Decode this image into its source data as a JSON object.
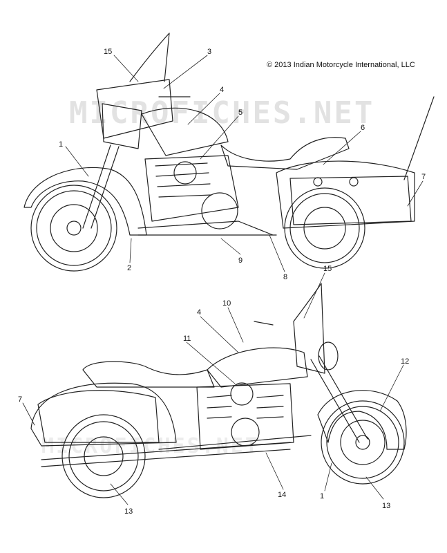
{
  "copyright": "© 2013 Indian Motorcycle International, LLC",
  "watermark": "MICROFICHES.NET",
  "callouts_top": [
    "15",
    "3",
    "4",
    "5",
    "6",
    "1",
    "7",
    "2",
    "9",
    "8"
  ],
  "callouts_bottom": [
    "15",
    "10",
    "4",
    "11",
    "12",
    "7",
    "1",
    "13",
    "14",
    "13"
  ]
}
